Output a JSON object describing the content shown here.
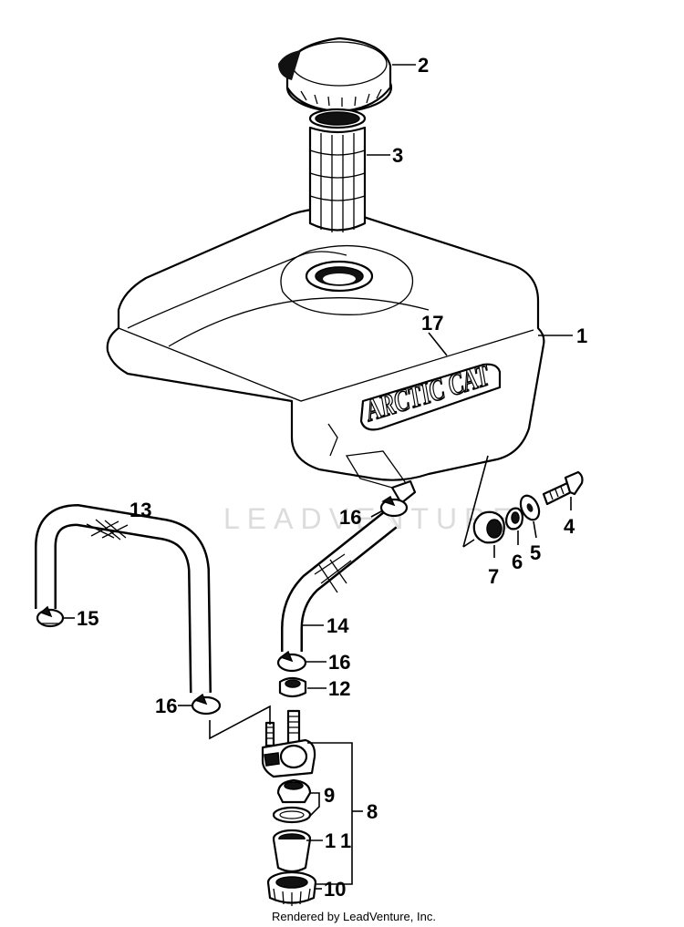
{
  "watermark": "LEADVENTURE",
  "brand_logo": "ARCTIC CAT",
  "credit": "Rendered by LeadVenture, Inc.",
  "callouts": {
    "c1": "1",
    "c2": "2",
    "c3": "3",
    "c4": "4",
    "c5": "5",
    "c6": "6",
    "c7": "7",
    "c8": "8",
    "c9": "9",
    "c10": "10",
    "c11": "11",
    "c12": "12",
    "c13": "13",
    "c14": "14",
    "c15": "15",
    "c16a": "16",
    "c16b": "16",
    "c16c": "16",
    "c17": "17"
  }
}
